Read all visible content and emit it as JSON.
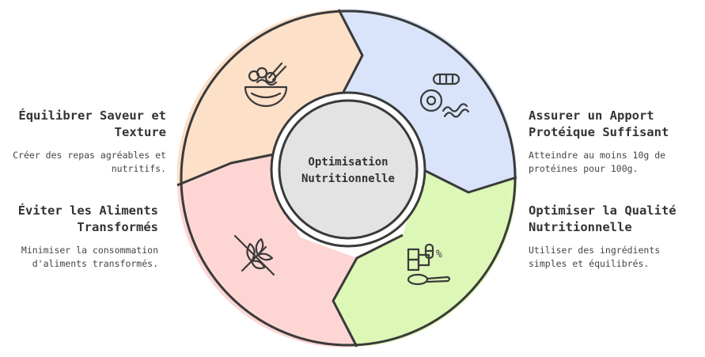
{
  "center": {
    "title": "Optimisation Nutritionnelle"
  },
  "segments": [
    {
      "id": "balance",
      "title": "Équilibrer Saveur et Texture",
      "description": "Créer des repas agréables et nutritifs.",
      "color": "#fde0c8",
      "icon": "bowl-food-icon"
    },
    {
      "id": "protein",
      "title": "Assurer un Apport Protéique Suffisant",
      "description": "Atteindre au moins 10g de protéines pour 100g.",
      "color": "#d9e4fb",
      "icon": "egg-bacon-bread-icon"
    },
    {
      "id": "quality",
      "title": "Optimiser la Qualité Nutritionnelle",
      "description": "Utiliser des ingrédients simples et équilibrés.",
      "color": "#ddf7b6",
      "icon": "ingredients-percent-icon"
    },
    {
      "id": "processed",
      "title": "Éviter les Aliments Transformés",
      "description": "Minimiser la consommation d'aliments transformés.",
      "color": "#fdd6d4",
      "icon": "no-wheat-icon"
    }
  ],
  "icon_text": {
    "percent": "%"
  }
}
